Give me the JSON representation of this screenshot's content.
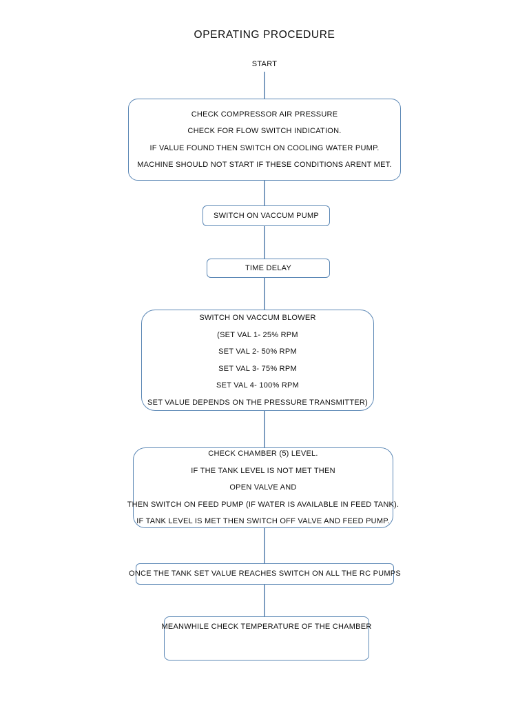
{
  "document": {
    "title": "OPERATING PROCEDURE",
    "start_label": "START"
  },
  "theme": {
    "border_color": "#5b87b5",
    "connector_color": "#7d9dc0",
    "text_color": "#0d0d0d",
    "background_color": "#ffffff"
  },
  "flowchart": {
    "type": "flowchart",
    "orientation": "top-to-bottom",
    "nodes": [
      {
        "id": "check-pressure",
        "shape": "rounded-rectangle",
        "lines": [
          "CHECK COMPRESSOR AIR PRESSURE",
          "CHECK FOR FLOW SWITCH INDICATION.",
          "IF VALUE FOUND THEN SWITCH ON COOLING WATER PUMP.",
          "MACHINE SHOULD NOT START IF THESE CONDITIONS ARENT MET."
        ]
      },
      {
        "id": "vacuum-pump",
        "shape": "rounded-rectangle",
        "lines": [
          "SWITCH ON VACCUM PUMP"
        ]
      },
      {
        "id": "time-delay",
        "shape": "rounded-rectangle",
        "lines": [
          "TIME DELAY"
        ]
      },
      {
        "id": "vacuum-blower",
        "shape": "rounded-rectangle",
        "lines": [
          "SWITCH ON VACCUM BLOWER",
          "(SET VAL 1- 25% RPM",
          "SET VAL 2- 50% RPM",
          "SET VAL 3- 75% RPM",
          "SET VAL 4- 100% RPM",
          "SET VALUE DEPENDS ON THE PRESSURE TRANSMITTER)"
        ]
      },
      {
        "id": "chamber-level",
        "shape": "rounded-rectangle",
        "lines": [
          "CHECK CHAMBER (5) LEVEL.",
          "IF THE TANK LEVEL IS NOT MET THEN",
          "OPEN VALVE AND",
          "THEN SWITCH ON FEED PUMP (IF WATER IS AVAILABLE IN FEED TANK).",
          "IF TANK LEVEL IS MET THEN SWITCH OFF VALVE AND FEED PUMP."
        ]
      },
      {
        "id": "rc-pumps",
        "shape": "rounded-rectangle",
        "lines": [
          "ONCE THE TANK SET VALUE REACHES SWITCH ON ALL THE RC PUMPS"
        ]
      },
      {
        "id": "check-temp",
        "shape": "rounded-rectangle",
        "lines": [
          "MEANWHILE CHECK TEMPERATURE OF THE CHAMBER"
        ]
      }
    ],
    "connectors": [
      {
        "from": "start",
        "to": "check-pressure"
      },
      {
        "from": "check-pressure",
        "to": "vacuum-pump"
      },
      {
        "from": "vacuum-pump",
        "to": "time-delay"
      },
      {
        "from": "time-delay",
        "to": "vacuum-blower"
      },
      {
        "from": "vacuum-blower",
        "to": "chamber-level"
      },
      {
        "from": "chamber-level",
        "to": "rc-pumps"
      },
      {
        "from": "rc-pumps",
        "to": "check-temp"
      }
    ]
  }
}
